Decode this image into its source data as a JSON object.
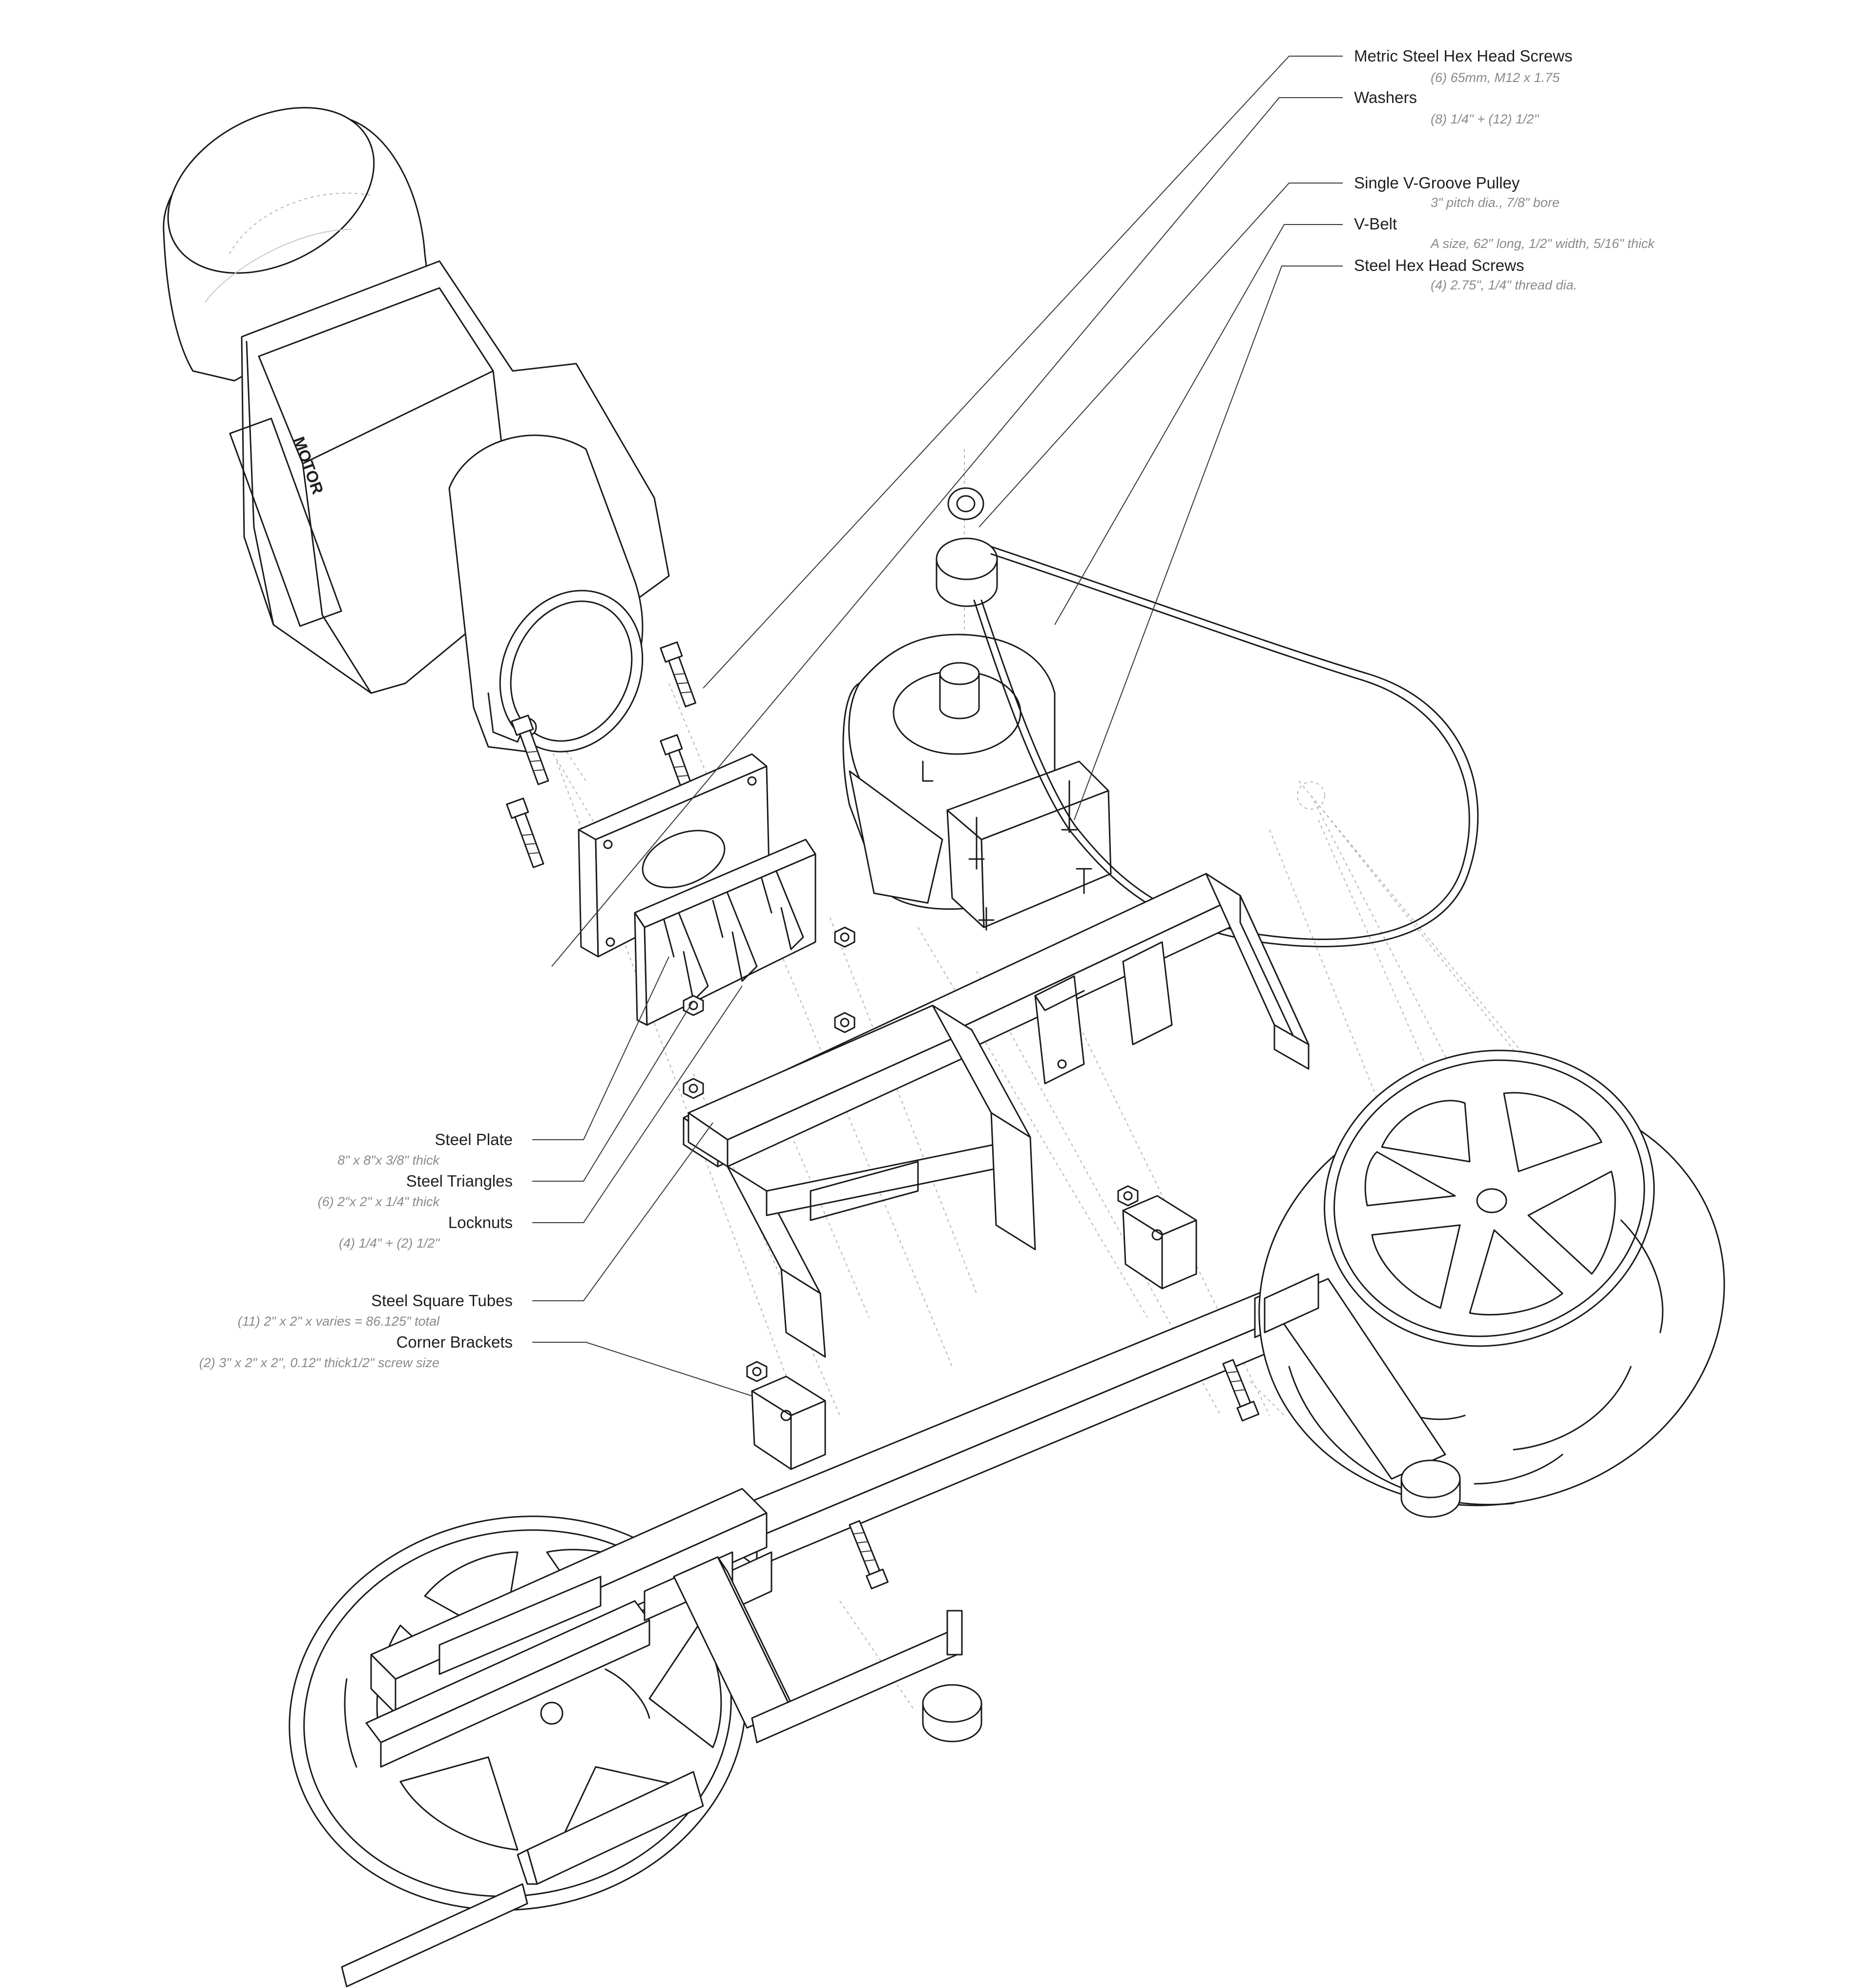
{
  "callouts": {
    "metric_screws": {
      "name": "Metric Steel Hex Head Screws",
      "spec": "(6) 65mm, M12 x 1.75"
    },
    "washers": {
      "name": "Washers",
      "spec": "(8) 1/4\" + (12) 1/2\""
    },
    "pulley": {
      "name": "Single V-Groove Pulley",
      "spec": "3\" pitch dia., 7/8\" bore"
    },
    "vbelt": {
      "name": "V-Belt",
      "spec": "A size, 62\" long, 1/2\" width, 5/16\" thick"
    },
    "hex_screws": {
      "name": "Steel Hex Head Screws",
      "spec": "(4) 2.75\", 1/4\" thread dia."
    },
    "steel_plate": {
      "name": "Steel Plate",
      "spec": "8\" x 8\"x 3/8\" thick"
    },
    "steel_triangles": {
      "name": "Steel Triangles",
      "spec": "(6) 2\"x 2\" x 1/4\" thick"
    },
    "locknuts": {
      "name": "Locknuts",
      "spec": "(4) 1/4\" + (2) 1/2\""
    },
    "square_tubes": {
      "name": "Steel Square Tubes",
      "spec": "(11) 2\" x 2\" x varies = 86.125\" total"
    },
    "corner_brackets": {
      "name": "Corner Brackets",
      "spec": "(2) 3\" x 2\" x 2\", 0.12\" thick1/2\" screw size"
    }
  },
  "motor_logo_text": "MOTOR",
  "colors": {
    "ink": "#1a1a1a",
    "leader": "#3a3a3a",
    "hidden_line": "#b5b5b5",
    "spec_text": "#8a8a8a",
    "paper": "#ffffff"
  }
}
